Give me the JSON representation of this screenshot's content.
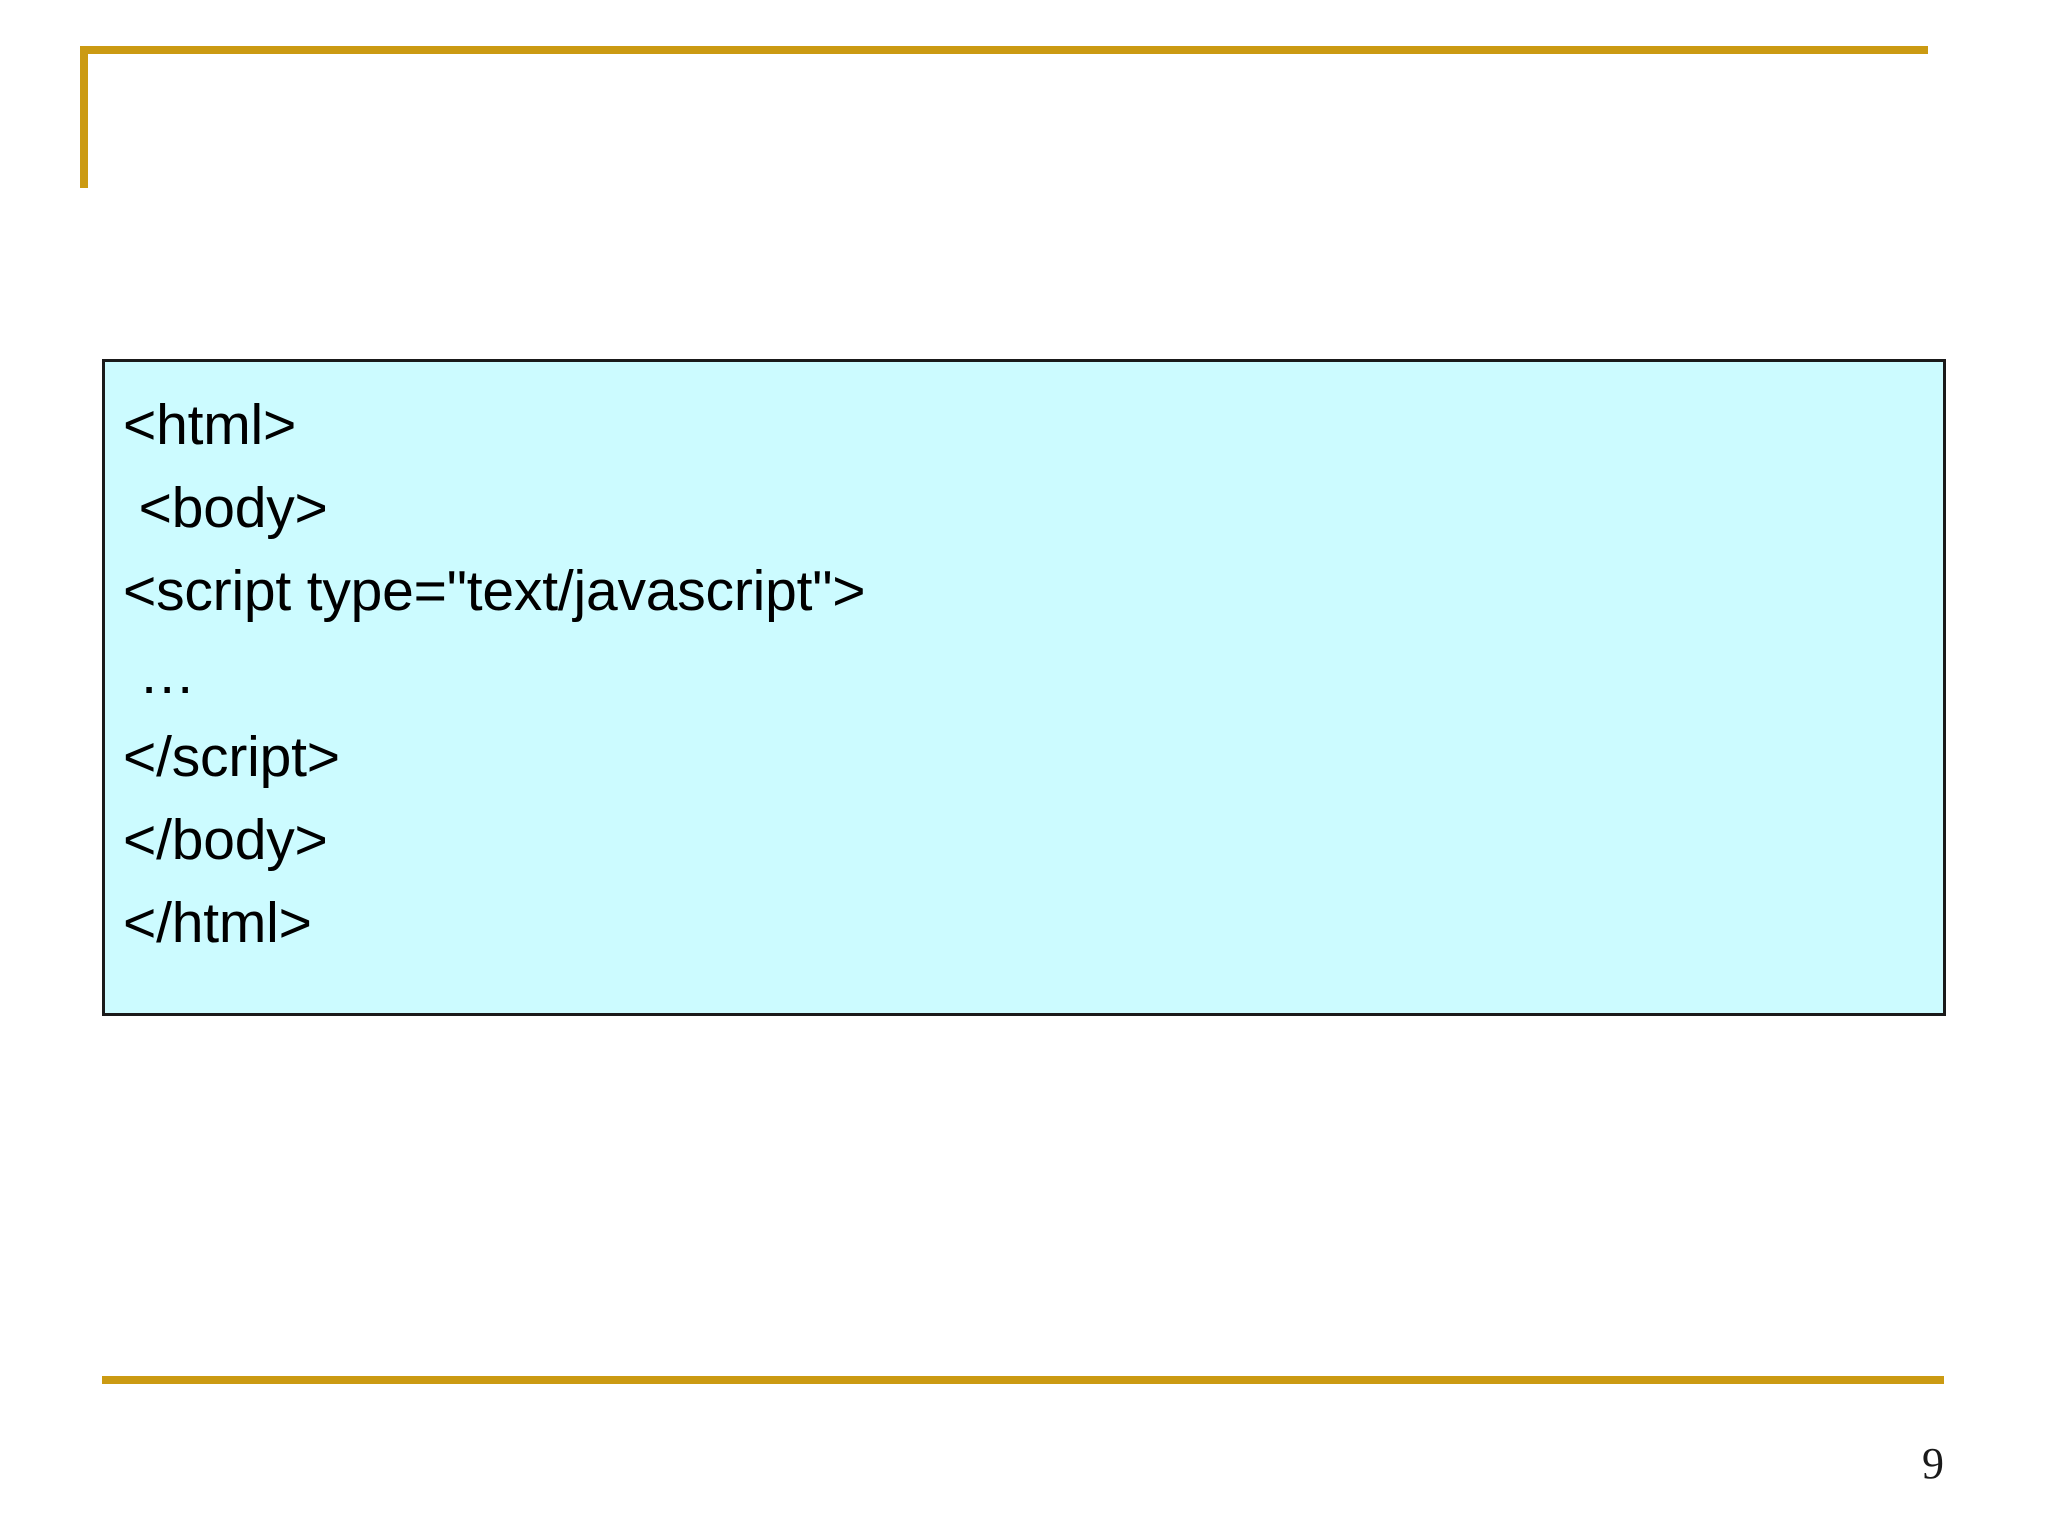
{
  "slide": {
    "title": "",
    "page_number": "9",
    "accent_color": "#cb9a12",
    "code_box_background": "#ccfbff",
    "code_box_border_color": "#1a1a1a",
    "text_color": "#000000"
  },
  "code_block": {
    "language": "html",
    "lines": [
      "<html>",
      " <body>",
      "<script type=\"text/javascript\">",
      " …",
      "</script>",
      "</body>",
      "</html>"
    ]
  }
}
